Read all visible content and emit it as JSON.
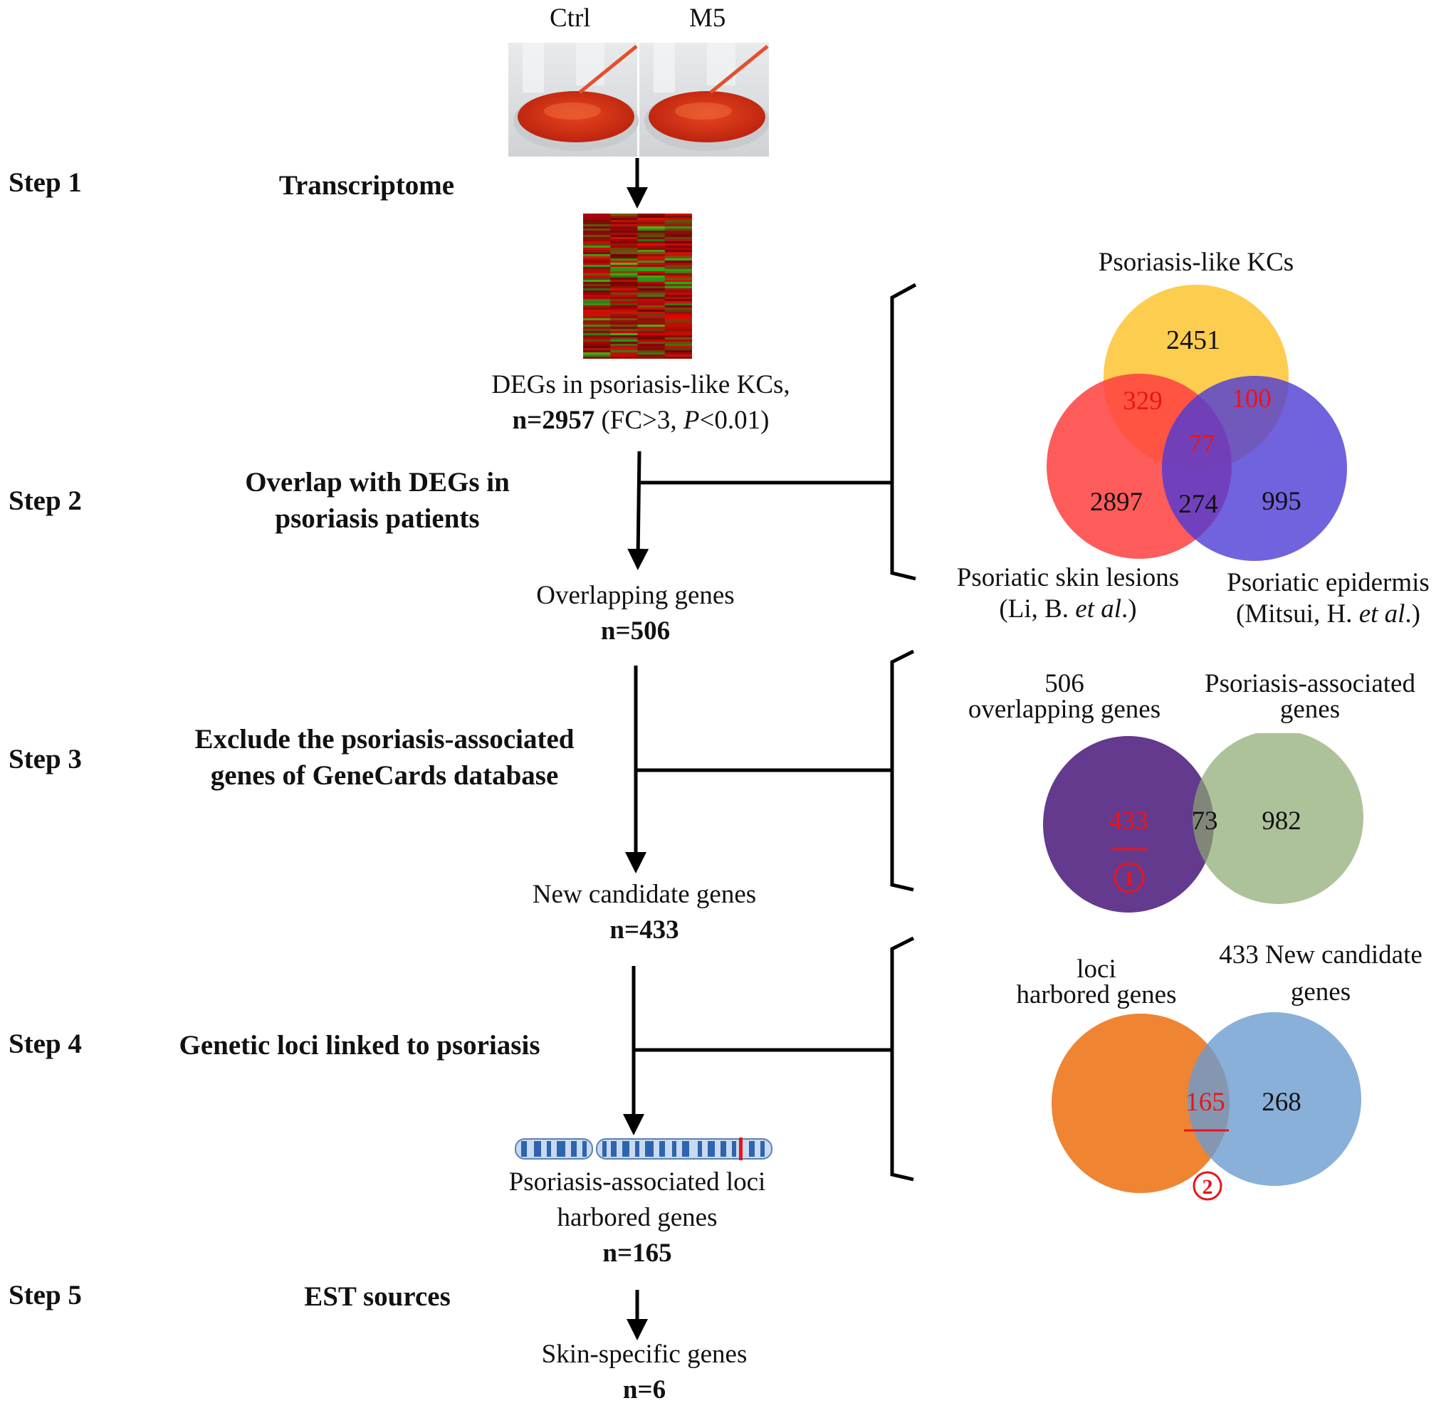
{
  "figure": {
    "culture_labels": [
      "Ctrl",
      "M5"
    ],
    "steps": [
      {
        "label": "Step 1",
        "title_lines": [
          "Transcriptome"
        ]
      },
      {
        "label": "Step 2",
        "title_lines": [
          "Overlap with DEGs in",
          "psoriasis patients"
        ]
      },
      {
        "label": "Step 3",
        "title_lines": [
          "Exclude the psoriasis-associated",
          "genes of GeneCards database"
        ]
      },
      {
        "label": "Step 4",
        "title_lines": [
          "Genetic loci linked to psoriasis"
        ]
      },
      {
        "label": "Step 5",
        "title_lines": [
          "EST sources"
        ]
      }
    ],
    "nodes": {
      "degs": {
        "line1": "DEGs in psoriasis-like KCs,",
        "count": "n=2957",
        "criteria_pre": " (FC>3, ",
        "criteria_p": "P",
        "criteria_post": "<0.01)"
      },
      "overlapping": {
        "line1": "Overlapping genes",
        "count": "n=506"
      },
      "new_candidate": {
        "line1": "New candidate genes",
        "count": "n=433"
      },
      "loci": {
        "line1": "Psoriasis-associated loci",
        "line2": "harbored genes",
        "count": "n=165"
      },
      "skin_specific": {
        "line1": "Skin-specific genes",
        "count": "n=6"
      }
    },
    "venn1": {
      "sets": [
        {
          "name": "Psoriasis-like KCs",
          "color": "#FDC431"
        },
        {
          "name": "Psoriatic skin lesions",
          "citation_pre": "(Li, B. ",
          "citation_it": "et al",
          "citation_post": ".)",
          "color": "#FE3E3E"
        },
        {
          "name": "Psoriatic epidermis",
          "citation_pre": "(Mitsui, H. ",
          "citation_it": "et al",
          "citation_post": ".)",
          "color": "#4E3BD6"
        }
      ],
      "regions": {
        "kc_only": "2451",
        "kc_lesion": "329",
        "kc_epidermis": "100",
        "all_three": "77",
        "lesion_only": "2897",
        "lesion_epidermis": "274",
        "epidermis_only": "995"
      },
      "highlight_color": "#E8151B"
    },
    "venn2": {
      "sets": [
        {
          "name_lines": [
            "506",
            "overlapping genes"
          ],
          "color": "#643A8F"
        },
        {
          "name_lines": [
            "Psoriasis-associated",
            "genes"
          ],
          "color": "#8BA86E"
        }
      ],
      "regions": {
        "left_only": "433",
        "overlap": "73",
        "right_only": "982"
      },
      "marker": "1"
    },
    "venn3": {
      "sets": [
        {
          "name_lines": [
            "loci",
            "harbored genes"
          ],
          "color": "#EF8433"
        },
        {
          "name_lines": [
            "433 New candidate",
            "genes"
          ],
          "color": "#6A9CCF"
        }
      ],
      "regions": {
        "overlap": "165",
        "right_only": "268"
      },
      "marker": "2"
    }
  }
}
